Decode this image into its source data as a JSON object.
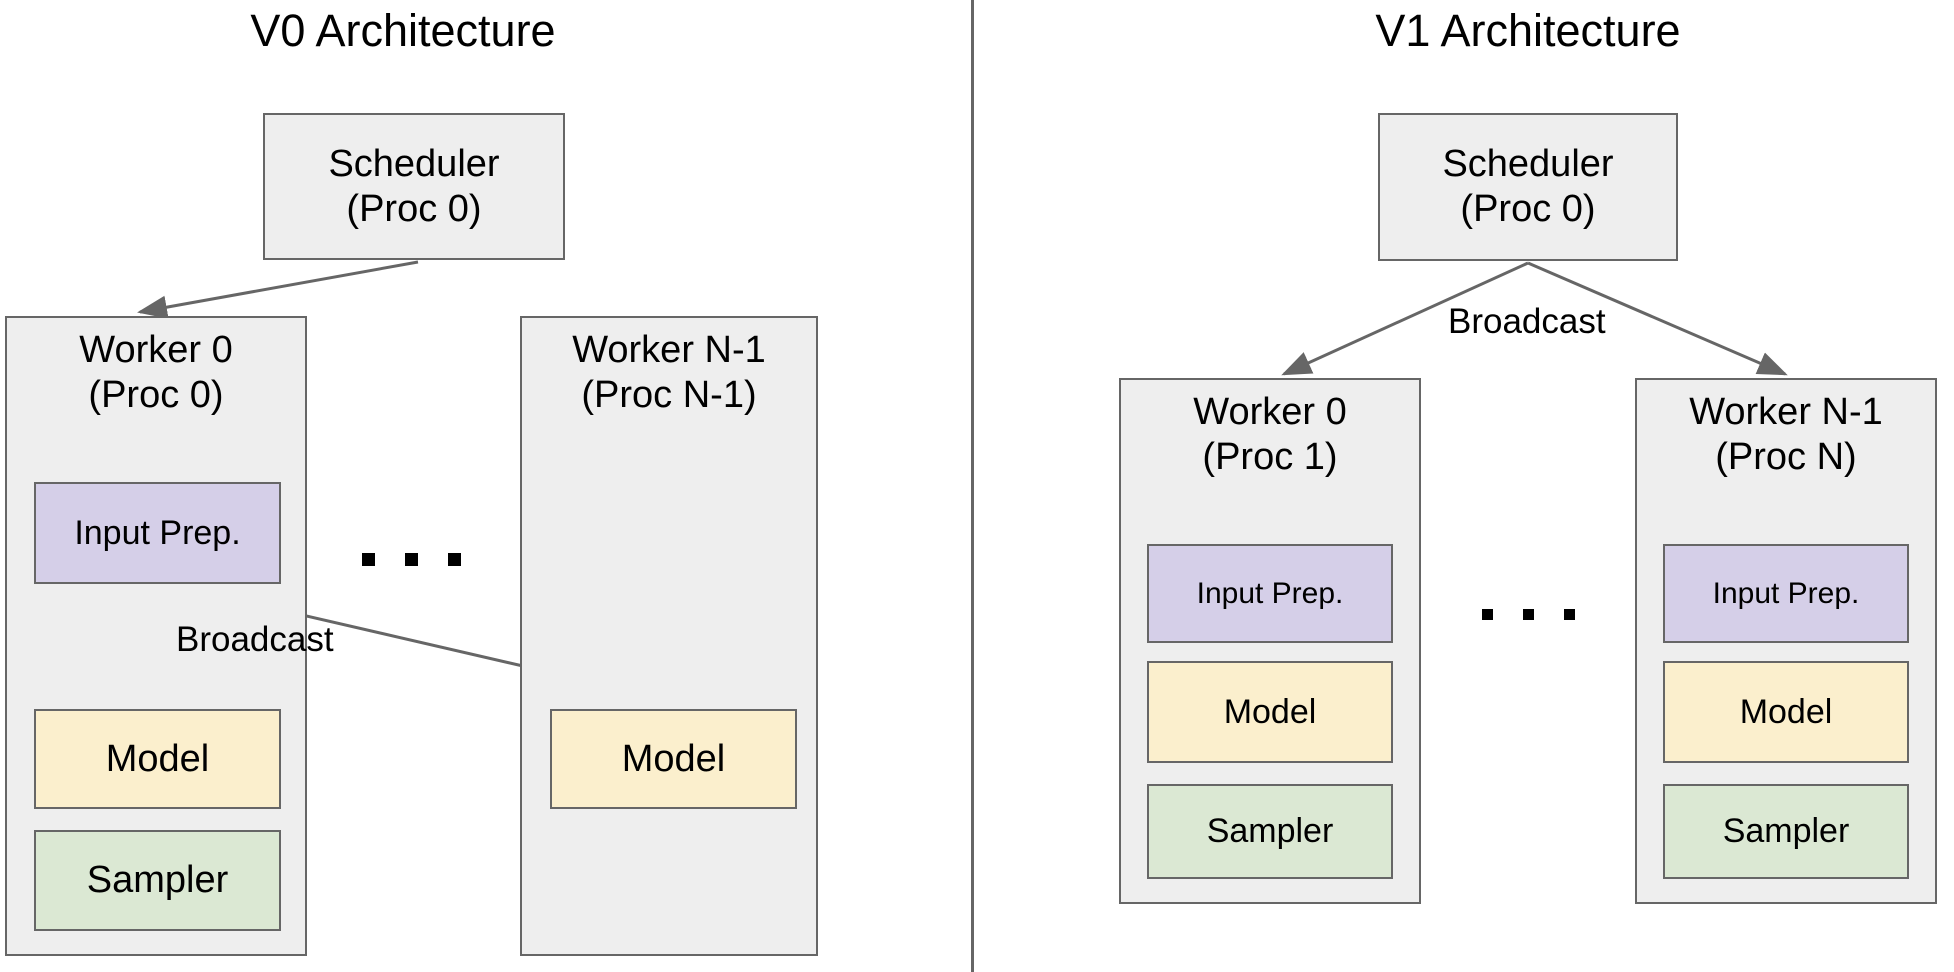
{
  "panels": [
    {
      "title": "V0 Architecture",
      "scheduler": {
        "label": "Scheduler\n(Proc 0)"
      },
      "broadcast_label": "Broadcast",
      "ellipsis": "...",
      "workers": [
        {
          "label": "Worker 0\n(Proc 0)",
          "components": [
            {
              "name": "Input Prep.",
              "color": "#d5cfe8"
            },
            {
              "name": "Model",
              "color": "#fbefcd"
            },
            {
              "name": "Sampler",
              "color": "#dbe8d3"
            }
          ]
        },
        {
          "label": "Worker N-1\n(Proc N-1)",
          "components": [
            {
              "name": "Model",
              "color": "#fbefcd"
            }
          ]
        }
      ]
    },
    {
      "title": "V1 Architecture",
      "scheduler": {
        "label": "Scheduler\n(Proc 0)"
      },
      "broadcast_label": "Broadcast",
      "ellipsis": "...",
      "workers": [
        {
          "label": "Worker 0\n(Proc 1)",
          "components": [
            {
              "name": "Input Prep.",
              "color": "#d5cfe8"
            },
            {
              "name": "Model",
              "color": "#fbefcd"
            },
            {
              "name": "Sampler",
              "color": "#dbe8d3"
            }
          ]
        },
        {
          "label": "Worker N-1\n(Proc N)",
          "components": [
            {
              "name": "Input Prep.",
              "color": "#d5cfe8"
            },
            {
              "name": "Model",
              "color": "#fbefcd"
            },
            {
              "name": "Sampler",
              "color": "#dbe8d3"
            }
          ]
        }
      ]
    }
  ],
  "colors": {
    "box_fill": "#eeeeee",
    "box_stroke": "#666666",
    "input_prep": "#d5cfe8",
    "model": "#fbefcd",
    "sampler": "#dbe8d3",
    "arrow": "#666666",
    "text": "#000000",
    "background": "#ffffff"
  }
}
